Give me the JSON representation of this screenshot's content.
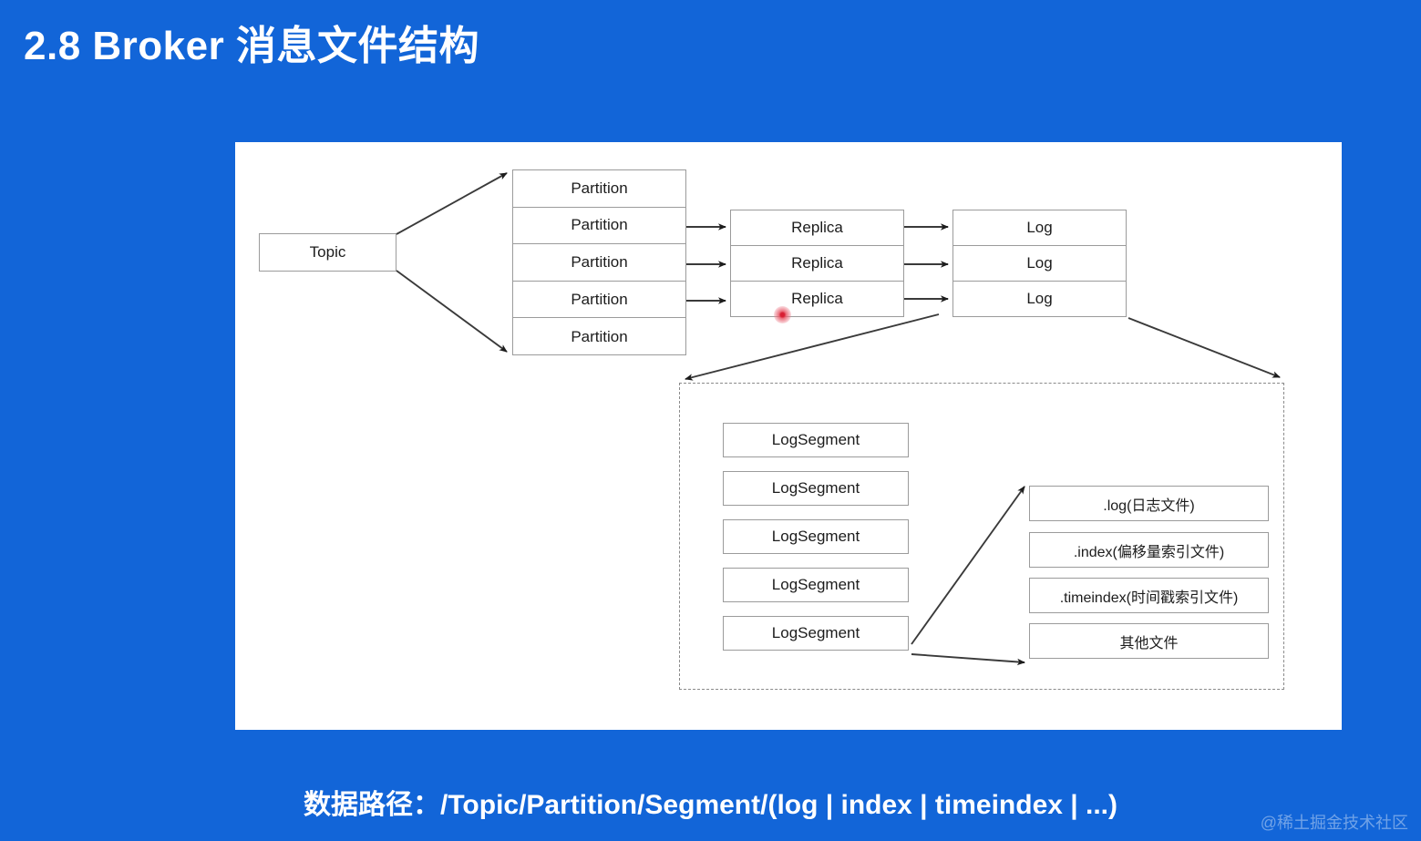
{
  "slide": {
    "title": "2.8 Broker 消息文件结构",
    "background_color": "#1265d8",
    "panel_color": "#ffffff",
    "caption": "数据路径：/Topic/Partition/Segment/(log | index | timeindex | ...)",
    "watermark": "@稀土掘金技术社区"
  },
  "diagram": {
    "topic": {
      "label": "Topic"
    },
    "partitions": {
      "title": "Partition stack",
      "items": [
        {
          "label": "Partition"
        },
        {
          "label": "Partition"
        },
        {
          "label": "Partition"
        },
        {
          "label": "Partition"
        },
        {
          "label": "Partition"
        }
      ]
    },
    "replicas": {
      "title": "Replica stack",
      "items": [
        {
          "label": "Replica"
        },
        {
          "label": "Replica"
        },
        {
          "label": "Replica"
        }
      ]
    },
    "logs": {
      "title": "Log stack",
      "items": [
        {
          "label": "Log"
        },
        {
          "label": "Log"
        },
        {
          "label": "Log"
        }
      ]
    },
    "log_segments": {
      "title": "LogSegment list",
      "items": [
        {
          "label": "LogSegment"
        },
        {
          "label": "LogSegment"
        },
        {
          "label": "LogSegment"
        },
        {
          "label": "LogSegment"
        },
        {
          "label": "LogSegment"
        }
      ]
    },
    "segment_files": {
      "title": "Segment file types",
      "items": [
        {
          "label": ".log(日志文件)"
        },
        {
          "label": ".index(偏移量索引文件)"
        },
        {
          "label": ".timeindex(时间戳索引文件)"
        },
        {
          "label": "其他文件"
        }
      ]
    },
    "cursor": {
      "name": "mouse-cursor-highlight",
      "color": "#d81f33"
    }
  }
}
